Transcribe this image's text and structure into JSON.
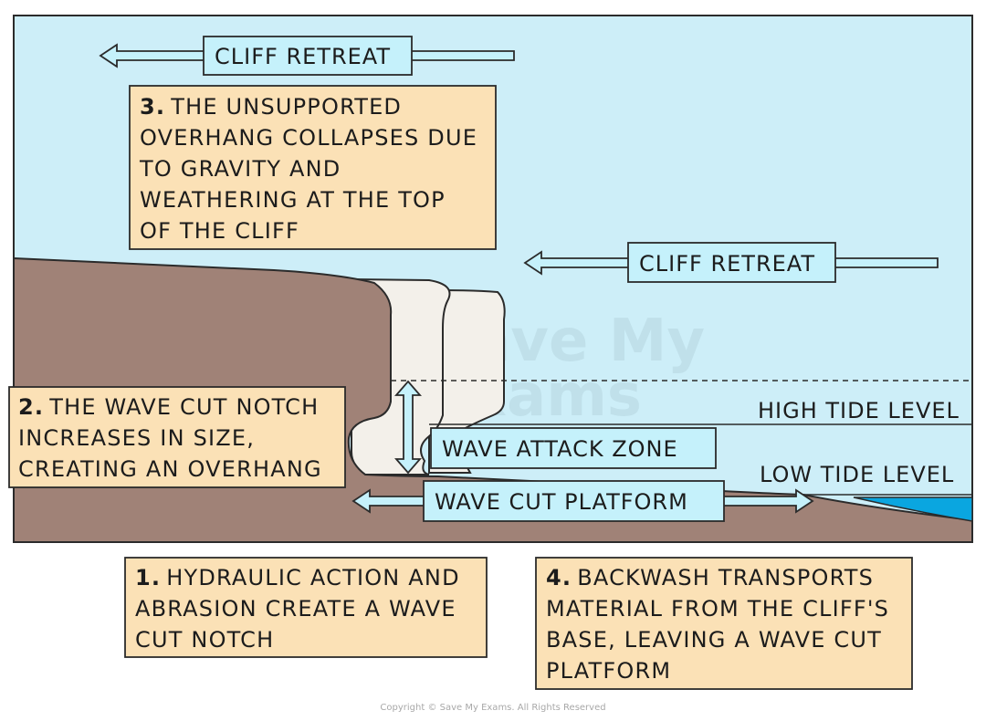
{
  "labels": {
    "cliff_retreat_top": "CLIFF RETREAT",
    "cliff_retreat_mid": "CLIFF RETREAT",
    "high_tide": "HIGH TIDE LEVEL",
    "low_tide": "LOW TIDE LEVEL",
    "wave_attack_zone": "WAVE ATTACK ZONE",
    "wave_cut_platform": "WAVE CUT PLATFORM"
  },
  "steps": [
    {
      "num": "1.",
      "lines": [
        "HYDRAULIC ACTION AND",
        "ABRASION CREATE A WAVE",
        "CUT NOTCH"
      ]
    },
    {
      "num": "2.",
      "lines": [
        "THE WAVE CUT NOTCH",
        "INCREASES IN SIZE,",
        "CREATING AN OVERHANG"
      ]
    },
    {
      "num": "3.",
      "lines": [
        "THE UNSUPPORTED",
        "OVERHANG COLLAPSES DUE",
        "TO GRAVITY AND",
        "WEATHERING AT THE TOP",
        "OF THE CLIFF"
      ]
    },
    {
      "num": "4.",
      "lines": [
        "BACKWASH TRANSPORTS",
        "MATERIAL FROM THE CLIFF'S",
        "BASE, LEAVING A WAVE CUT",
        "PLATFORM"
      ]
    }
  ],
  "watermark": {
    "line1": "Save My",
    "line2": "Exams"
  },
  "copyright": "Copyright © Save My Exams. All Rights Reserved",
  "colors": {
    "sky": "#cdeef8",
    "rock": "#a08277",
    "rock_ghost": "#f3f0ea",
    "sea": "#0aa6e0",
    "label_box": "#c5f1fb",
    "step_box": "#fbe1b6",
    "outline": "#2b2b2b"
  }
}
